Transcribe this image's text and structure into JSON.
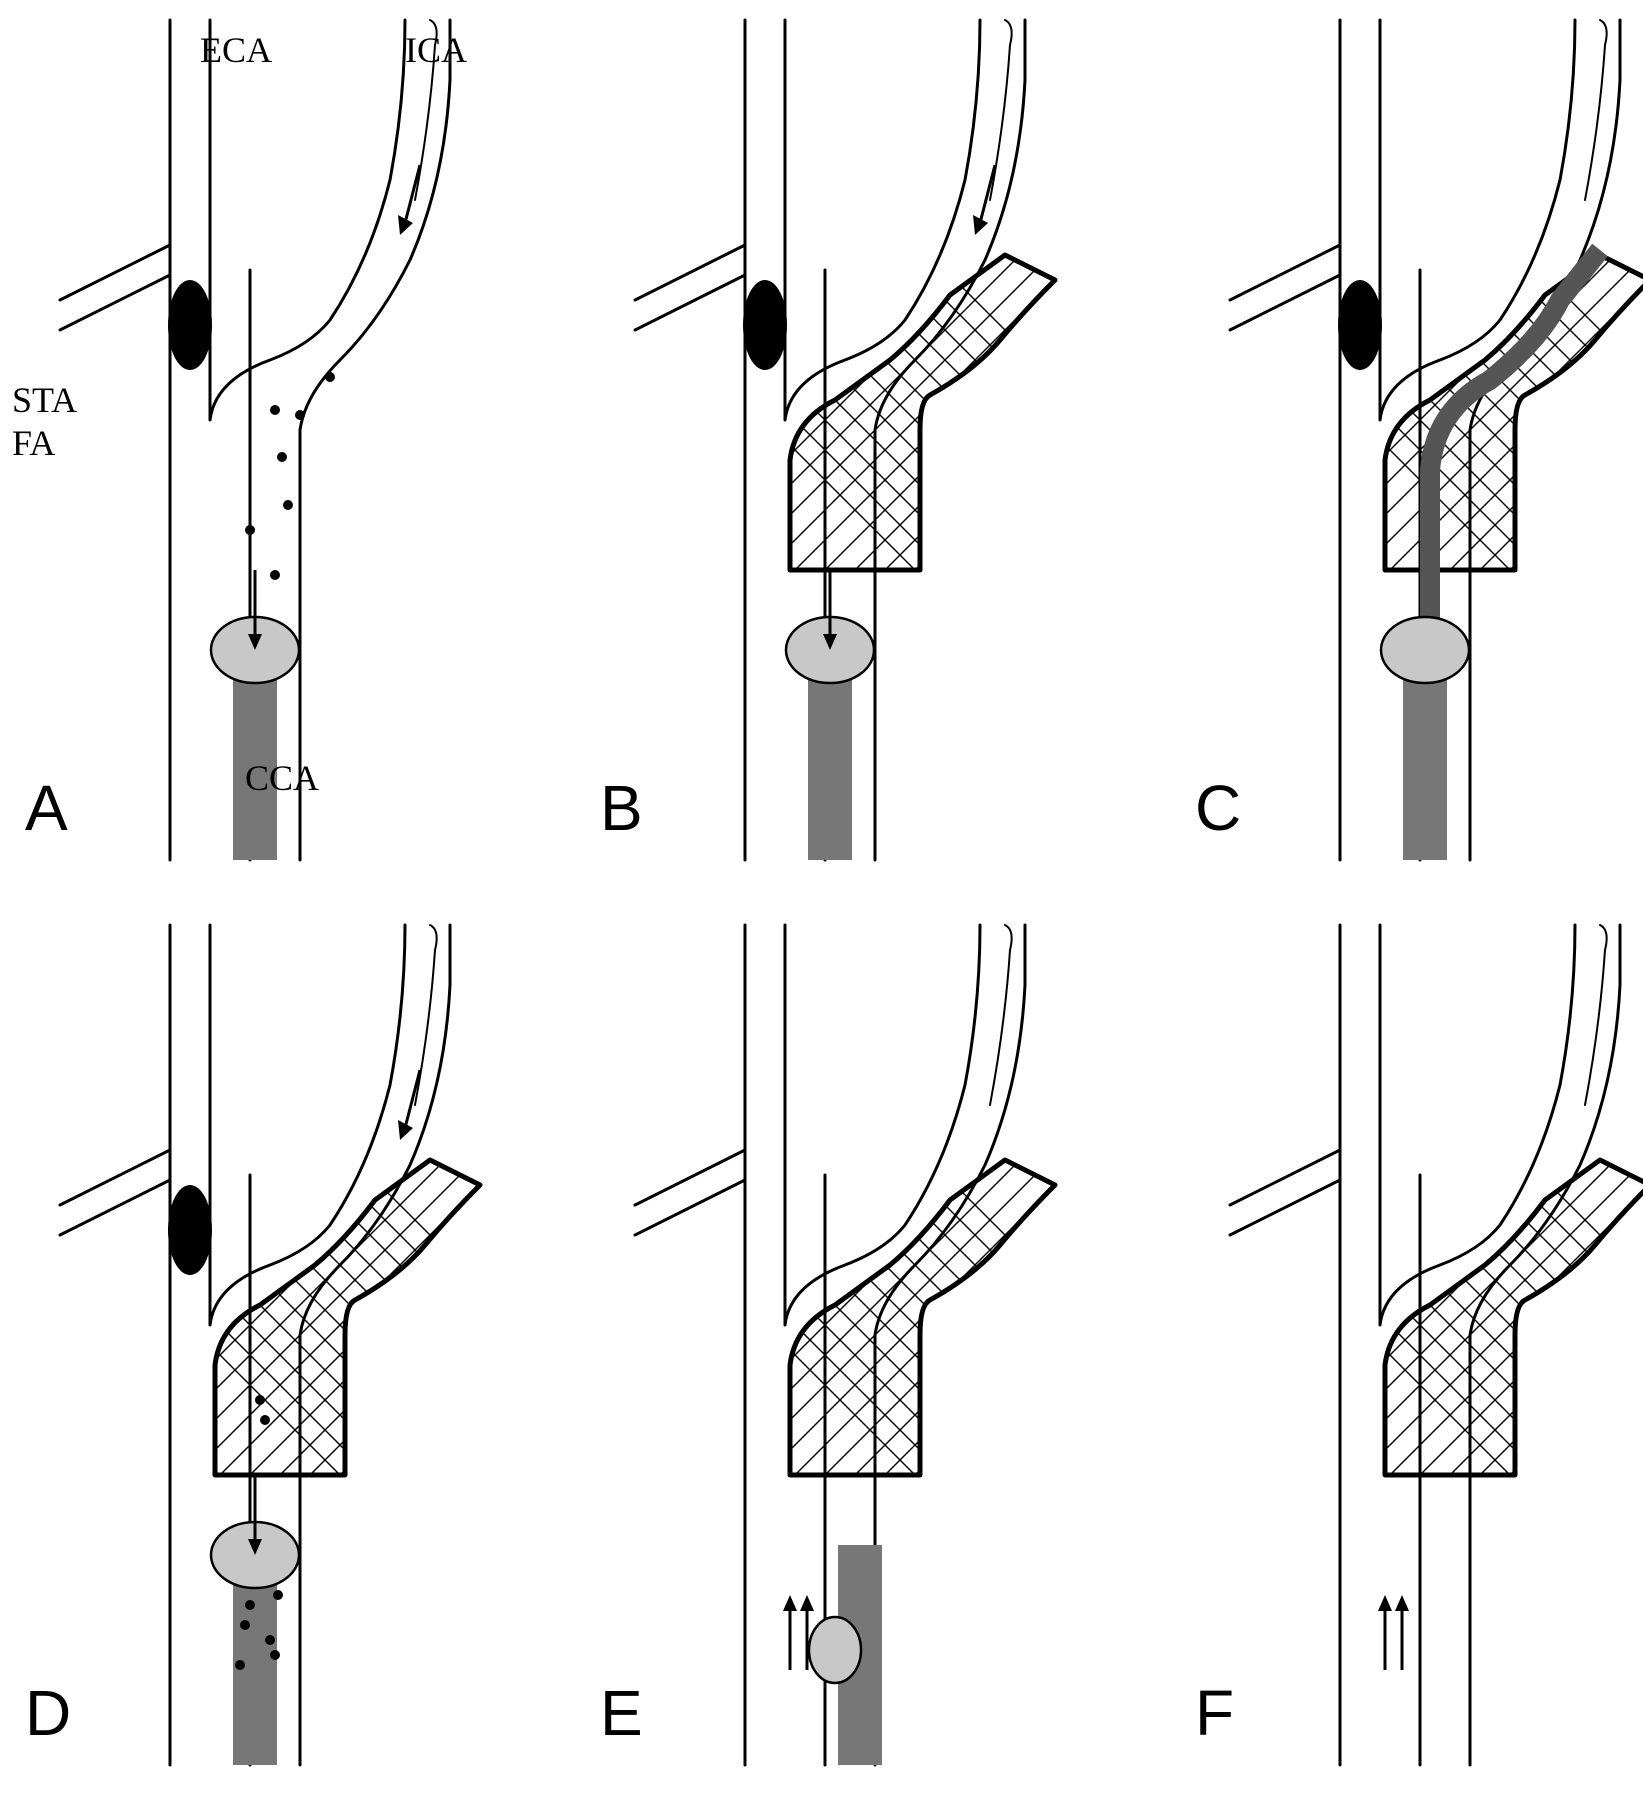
{
  "labels": {
    "eca": "ECA",
    "ica": "ICA",
    "sta": "STA",
    "fa": "FA",
    "cca": "CCA"
  },
  "panels": [
    {
      "letter": "A",
      "stent": false,
      "sheath": true,
      "balloon": "occluding",
      "debris": true,
      "flow": "reversed",
      "occluder": true,
      "guide": false
    },
    {
      "letter": "B",
      "stent": true,
      "sheath": true,
      "balloon": "occluding",
      "debris": false,
      "flow": "reversed",
      "occluder": true,
      "guide": false
    },
    {
      "letter": "C",
      "stent": true,
      "sheath": true,
      "balloon": "occluding",
      "debris": false,
      "flow": "none",
      "occluder": true,
      "guide": true
    },
    {
      "letter": "D",
      "stent": true,
      "sheath": true,
      "balloon": "occluding",
      "debris": true,
      "flow": "reversed",
      "occluder": true,
      "guide": false
    },
    {
      "letter": "E",
      "stent": true,
      "sheath": true,
      "balloon": "deflated",
      "debris": false,
      "flow": "antegrade",
      "occluder": false,
      "guide": false
    },
    {
      "letter": "F",
      "stent": true,
      "sheath": false,
      "balloon": "none",
      "debris": false,
      "flow": "antegrade",
      "occluder": false,
      "guide": false
    }
  ]
}
